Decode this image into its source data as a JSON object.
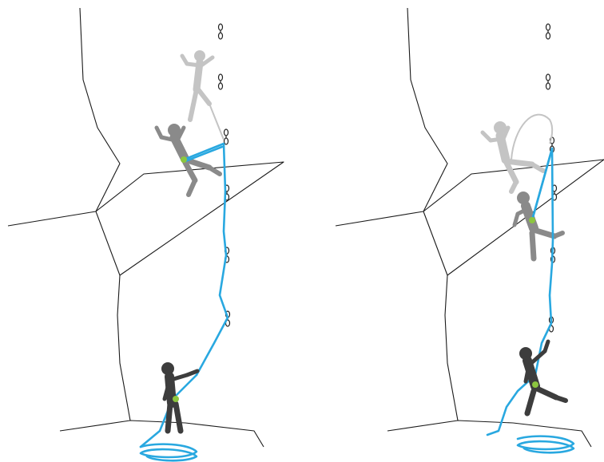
{
  "panels": [
    {
      "id": "left",
      "scene": "lead-climber-falling-belayer-standing"
    },
    {
      "id": "right",
      "scene": "lead-climber-caught-belayer-lifted"
    }
  ],
  "icons": {
    "protection": "quickdraw-icon",
    "climber": "climber-figure-icon",
    "attachment": "harness-tie-in-point-icon"
  },
  "colors": {
    "rope": "#29a8e0",
    "rock_outline": "#1a1a1a",
    "belayer": "#3d3d3d",
    "climber": "#8a8a8a",
    "climber_ghost": "#c4c4c4",
    "tie_in_point": "#8cc63f",
    "background": "#ffffff"
  }
}
